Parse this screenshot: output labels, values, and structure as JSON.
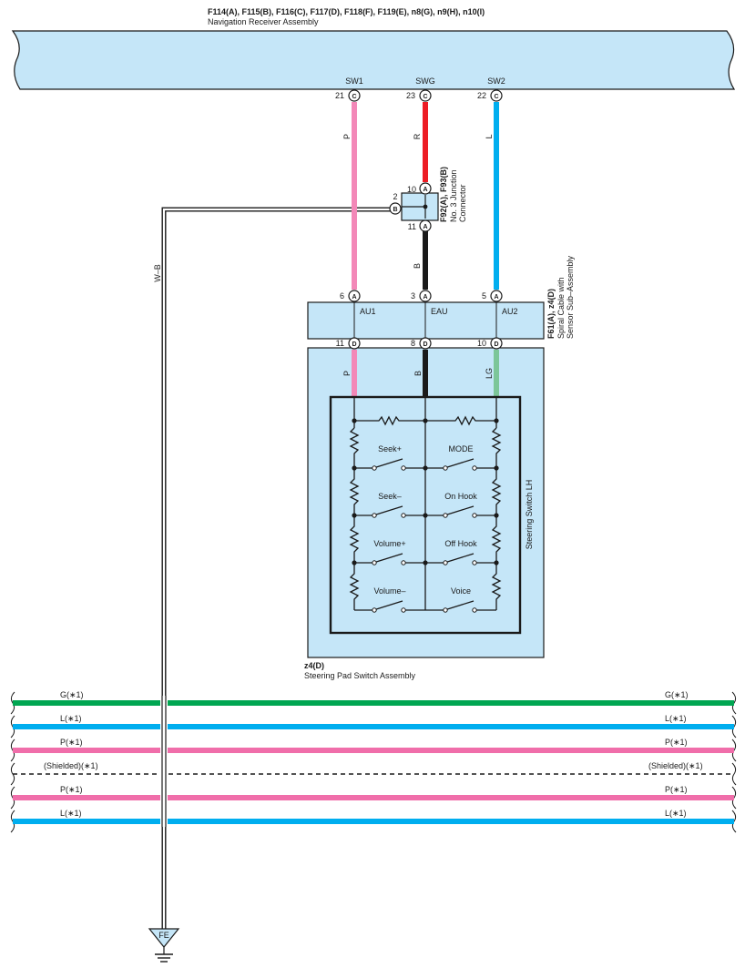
{
  "header": {
    "title": "F114(A), F115(B), F116(C), F117(D), F118(F), F119(E), n8(G), n9(H), n10(I)",
    "subtitle": "Navigation Receiver Assembly"
  },
  "nav_pins": [
    {
      "label": "SW1",
      "pin": "21",
      "conn": "C"
    },
    {
      "label": "SWG",
      "pin": "23",
      "conn": "C"
    },
    {
      "label": "SW2",
      "pin": "22",
      "conn": "C"
    }
  ],
  "wires": {
    "pink": "P",
    "red": "R",
    "blue": "L",
    "black": "B",
    "ground": "W–B",
    "lower_pink": "P",
    "lower_black": "B",
    "lower_green": "LG"
  },
  "junction": {
    "title": "F92(A), F93(B)",
    "name_line1": "No. 3 Junction",
    "name_line2": "Connector",
    "pin_top": "10",
    "pin_bottom": "11",
    "pin_left": "2",
    "conn_a": "A",
    "conn_b": "B"
  },
  "spiral": {
    "title": "F61(A), z4(D)",
    "name_line1": "Spiral Cable with",
    "name_line2": "Sensor Sub–Assembly",
    "terminals": [
      "AU1",
      "EAU",
      "AU2"
    ],
    "top_pins": [
      "6",
      "3",
      "5"
    ],
    "bottom_pins": [
      "11",
      "8",
      "10"
    ],
    "top_conn": "A",
    "bottom_conn": "D"
  },
  "switch": {
    "label": "Steering Switch LH",
    "left": [
      "Seek+",
      "Seek–",
      "Volume+",
      "Volume–"
    ],
    "right": [
      "MODE",
      "On Hook",
      "Off Hook",
      "Voice"
    ]
  },
  "steering_pad": {
    "code": "z4(D)",
    "name": "Steering Pad Switch Assembly"
  },
  "buses": [
    {
      "label": "G(∗1)",
      "color": "#00a651"
    },
    {
      "label": "L(∗1)",
      "color": "#00aeef"
    },
    {
      "label": "P(∗1)",
      "color": "#f06eaa"
    },
    {
      "label": "(Shielded)(∗1)",
      "color": "#1a1a1a"
    },
    {
      "label": "P(∗1)",
      "color": "#f06eaa"
    },
    {
      "label": "L(∗1)",
      "color": "#00aeef"
    }
  ],
  "ground": {
    "label": "FE"
  },
  "colors": {
    "box": "#c5e6f8",
    "pink": "#f388b8",
    "red": "#ed1c24",
    "blue": "#00aeef",
    "black": "#1a1a1a",
    "green": "#7cc699"
  }
}
